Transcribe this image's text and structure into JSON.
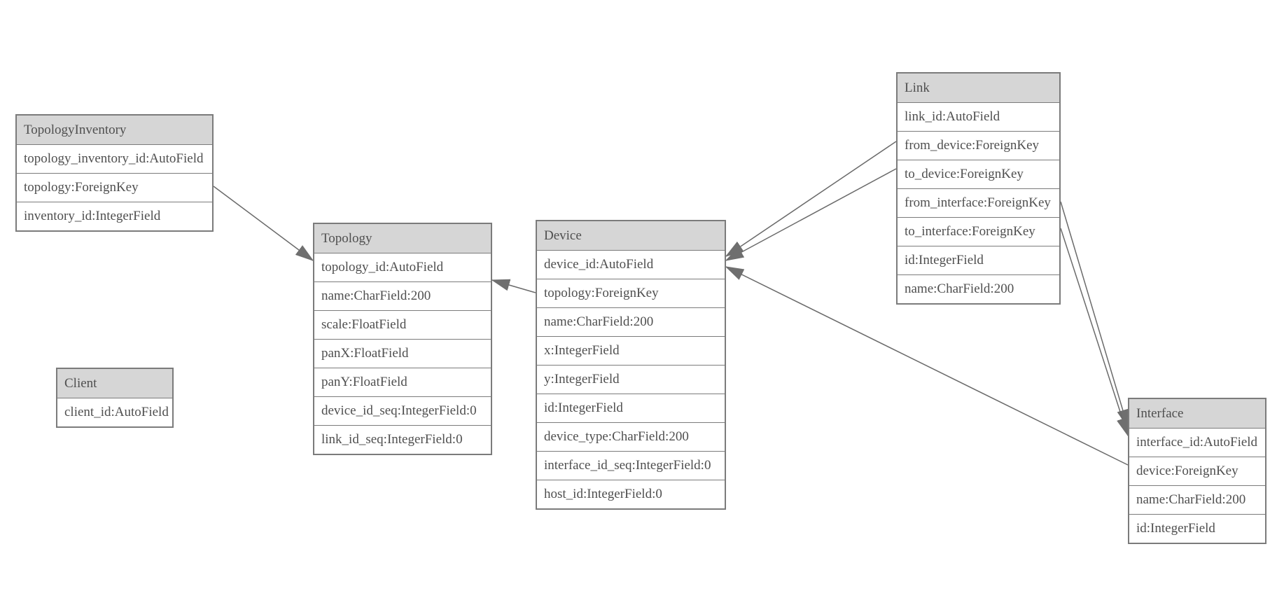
{
  "diagram": {
    "type": "entity-relationship-model-graph",
    "background": "#ffffff",
    "colors": {
      "header_fill": "#d6d6d6",
      "border": "#7b7b7b",
      "text": "#4f4f4f",
      "edge_line": "#6a6a6a",
      "arrowhead_fill": "#6f6f6f"
    },
    "entities": [
      {
        "name": "TopologyInventory",
        "fields": [
          "topology_inventory_id:AutoField",
          "topology:ForeignKey",
          "inventory_id:IntegerField"
        ]
      },
      {
        "name": "Topology",
        "fields": [
          "topology_id:AutoField",
          "name:CharField:200",
          "scale:FloatField",
          "panX:FloatField",
          "panY:FloatField",
          "device_id_seq:IntegerField:0",
          "link_id_seq:IntegerField:0"
        ]
      },
      {
        "name": "Client",
        "fields": [
          "client_id:AutoField"
        ]
      },
      {
        "name": "Device",
        "fields": [
          "device_id:AutoField",
          "topology:ForeignKey",
          "name:CharField:200",
          "x:IntegerField",
          "y:IntegerField",
          "id:IntegerField",
          "device_type:CharField:200",
          "interface_id_seq:IntegerField:0",
          "host_id:IntegerField:0"
        ]
      },
      {
        "name": "Link",
        "fields": [
          "link_id:AutoField",
          "from_device:ForeignKey",
          "to_device:ForeignKey",
          "from_interface:ForeignKey",
          "to_interface:ForeignKey",
          "id:IntegerField",
          "name:CharField:200"
        ]
      },
      {
        "name": "Interface",
        "fields": [
          "interface_id:AutoField",
          "device:ForeignKey",
          "name:CharField:200",
          "id:IntegerField"
        ]
      }
    ],
    "relations": [
      {
        "from": "TopologyInventory.topology",
        "to": "Topology"
      },
      {
        "from": "Device.topology",
        "to": "Topology"
      },
      {
        "from": "Link.from_device",
        "to": "Device"
      },
      {
        "from": "Link.to_device",
        "to": "Device"
      },
      {
        "from": "Interface.device",
        "to": "Device"
      },
      {
        "from": "Link.from_interface",
        "to": "Interface"
      },
      {
        "from": "Link.to_interface",
        "to": "Interface"
      }
    ]
  }
}
